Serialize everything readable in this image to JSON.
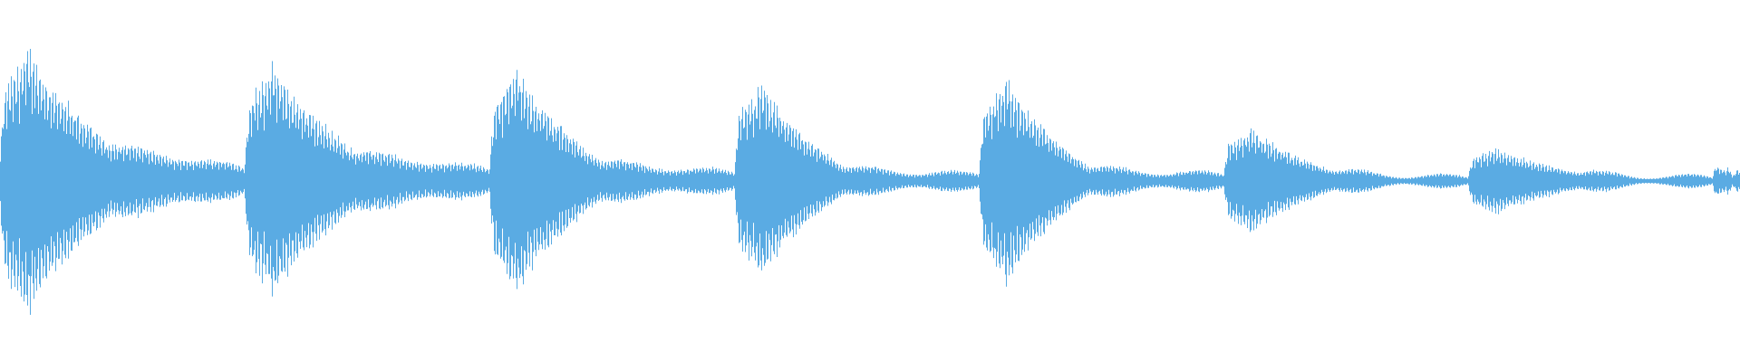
{
  "waveform": {
    "color": "#5aabe3",
    "background": "#ffffff",
    "normalized_amplitude_profile": {
      "segments": [
        {
          "attack_peak": 0.8,
          "sustain": 0.22,
          "tail": 0.08
        },
        {
          "attack_peak": 0.7,
          "sustain": 0.18,
          "tail": 0.07
        },
        {
          "attack_peak": 0.68,
          "sustain": 0.12,
          "tail": 0.05
        },
        {
          "attack_peak": 0.58,
          "sustain": 0.08,
          "tail": 0.04
        },
        {
          "attack_peak": 0.62,
          "sustain": 0.08,
          "tail": 0.04
        },
        {
          "attack_peak": 0.32,
          "sustain": 0.06,
          "tail": 0.02
        },
        {
          "attack_peak": 0.2,
          "sustain": 0.05,
          "tail": 0.02
        },
        {
          "attack_peak": 0.1,
          "sustain": 0.06,
          "tail": 0.05
        }
      ]
    }
  }
}
